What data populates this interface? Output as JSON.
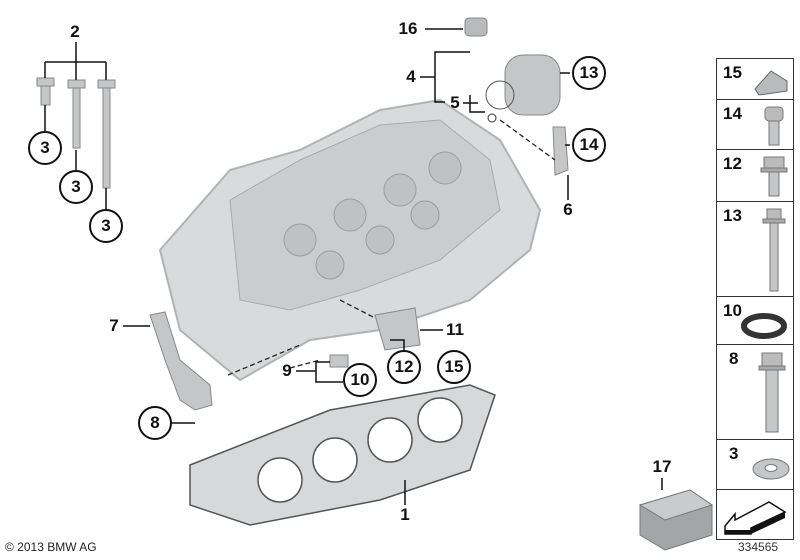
{
  "diagram": {
    "callouts_plain": [
      "2",
      "16",
      "4",
      "5",
      "6",
      "7",
      "9",
      "11",
      "1",
      "17"
    ],
    "callouts_circled": [
      "3",
      "3",
      "3",
      "13",
      "14",
      "8",
      "10",
      "12",
      "15"
    ]
  },
  "panel": {
    "items": [
      {
        "label": "15",
        "part": "clip-nut"
      },
      {
        "label": "14",
        "part": "socket-head-bolt"
      },
      {
        "label": "12",
        "part": "hex-flange-bolt"
      },
      {
        "label": "13",
        "part": "long-torx-bolt"
      },
      {
        "label": "10",
        "part": "o-ring"
      },
      {
        "label": "8",
        "part": "hex-bolt"
      },
      {
        "label": "3",
        "part": "washer"
      },
      {
        "label": "",
        "part": "arrow-icon"
      }
    ]
  },
  "footer": {
    "copyright": "© 2013 BMW AG",
    "diagram_number": "334565"
  }
}
